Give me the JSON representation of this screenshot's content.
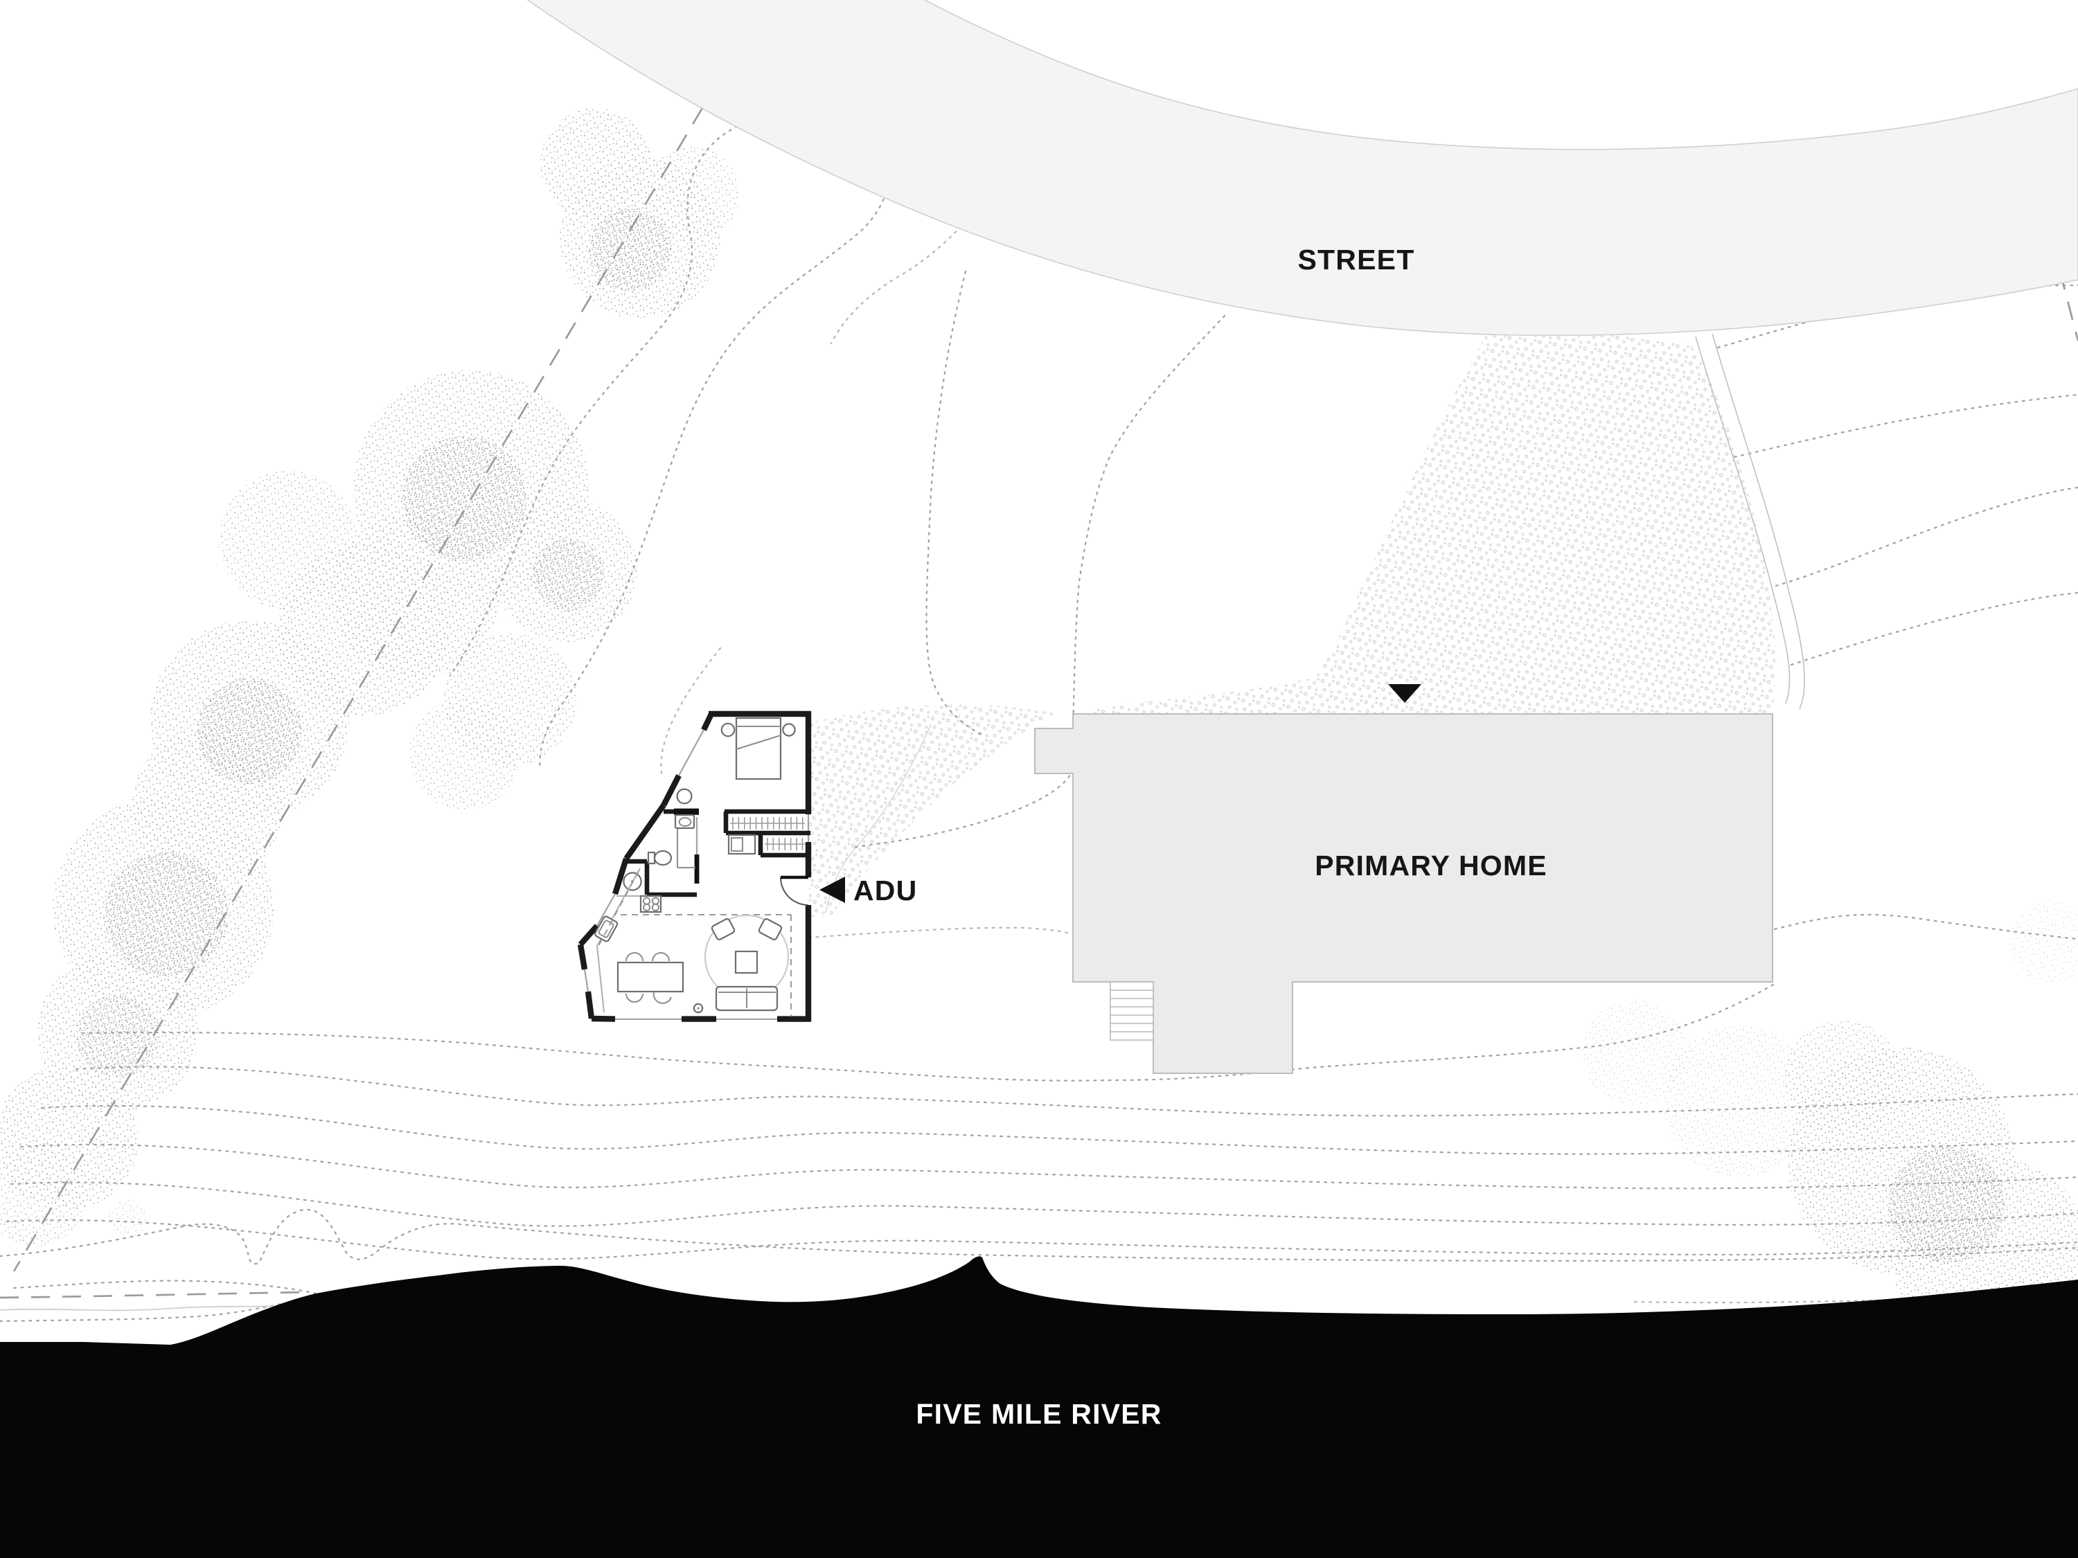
{
  "diagram": {
    "type": "architectural-site-plan",
    "labels": {
      "street": "STREET",
      "primary_home": "PRIMARY HOME",
      "adu": "ADU",
      "river": "FIVE MILE RIVER"
    },
    "markers": {
      "adu_pointer_icon": "left-triangle-icon",
      "primary_home_entry_icon": "down-triangle-icon"
    },
    "colors": {
      "background": "#ffffff",
      "street_fill": "#f4f4f5",
      "street_edge": "#cfcfcf",
      "building_fill": "#ebebec",
      "building_edge": "#bcbcbc",
      "river_fill": "#060606",
      "river_label_text": "#ffffff",
      "label_text": "#161616",
      "contour_line": "#a3a3a3",
      "adu_wall": "#1b1b1b"
    }
  }
}
